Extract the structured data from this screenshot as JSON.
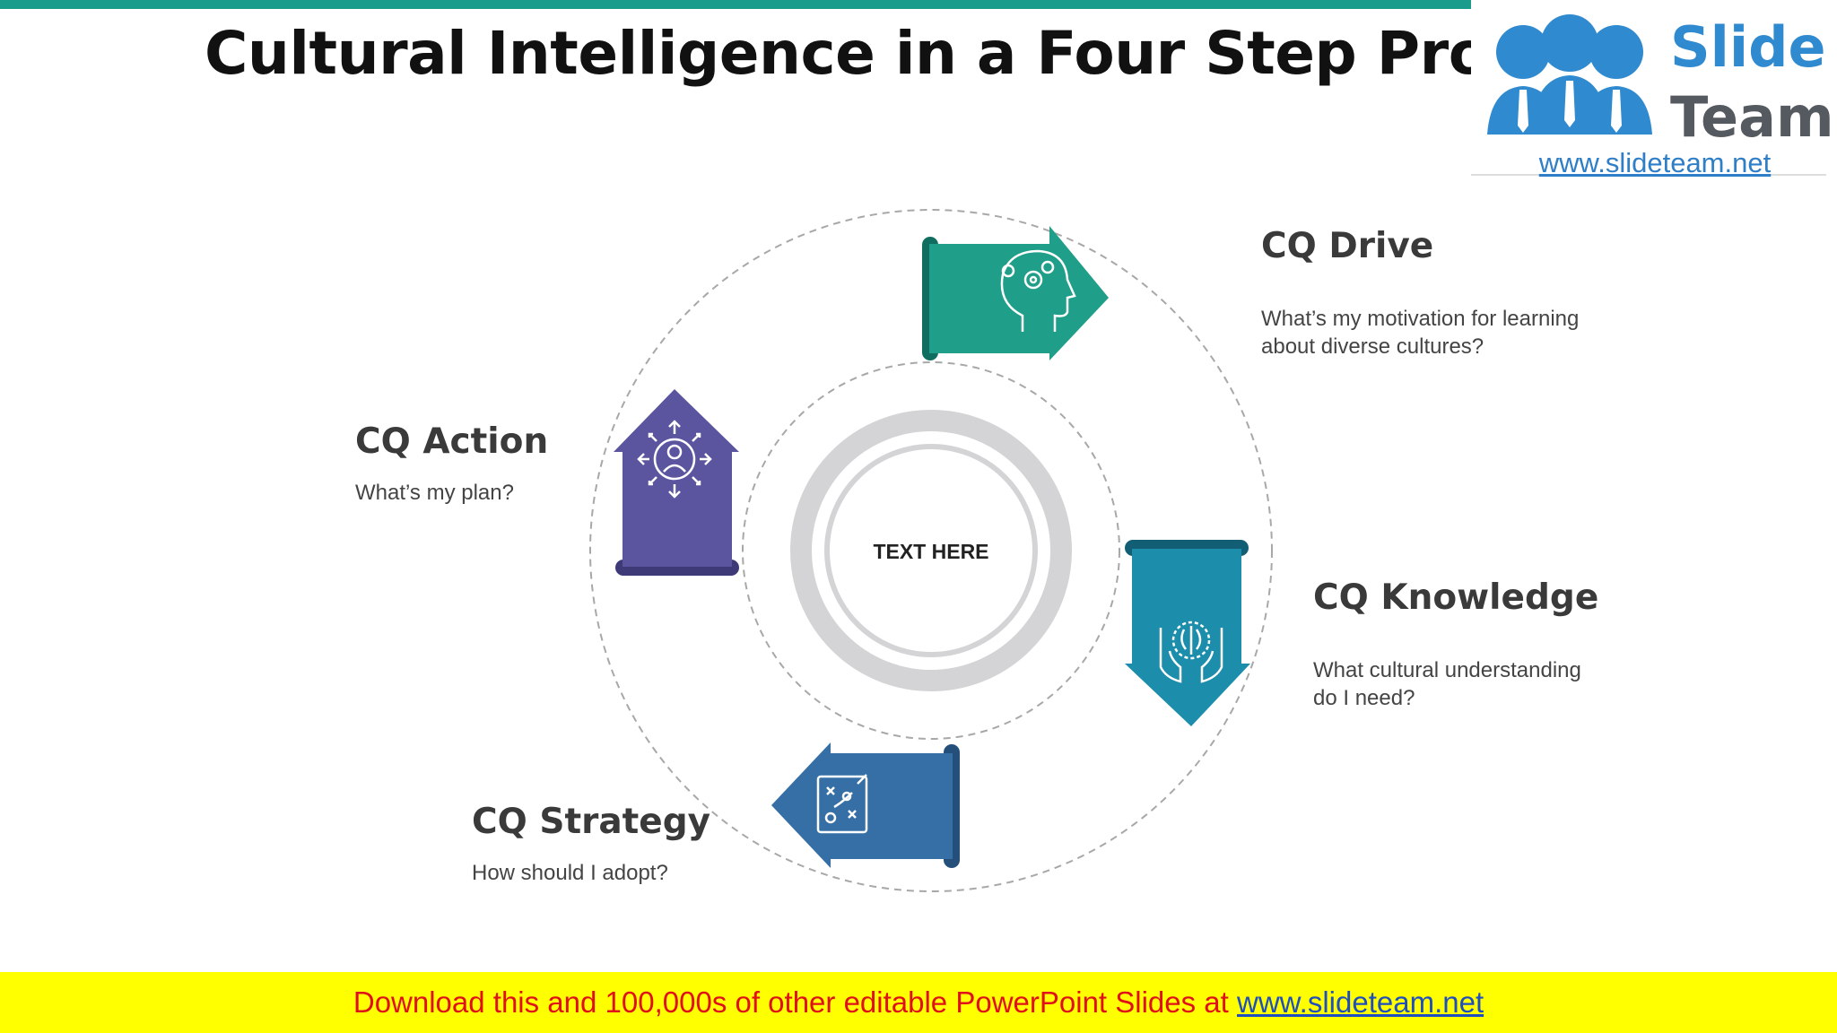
{
  "title": "Cultural Intelligence in a Four Step Process",
  "logo": {
    "word1": "Slide",
    "word2": "Team",
    "url": "www.slideteam.net"
  },
  "center": {
    "text": "TEXT HERE"
  },
  "steps": [
    {
      "heading": "CQ Drive",
      "description": "What’s my motivation for learning about diverse cultures?",
      "color": "#1f9e8a",
      "icon": "head-gears-icon"
    },
    {
      "heading": "CQ Knowledge",
      "description": "What cultural understanding do I need?",
      "color": "#1c8eab",
      "icon": "hands-brain-icon"
    },
    {
      "heading": "CQ Strategy",
      "description": "How should I adopt?",
      "color": "#356fa6",
      "icon": "strategy-board-icon"
    },
    {
      "heading": "CQ Action",
      "description": "What’s my plan?",
      "color": "#5b55a0",
      "icon": "person-network-icon"
    }
  ],
  "banner": {
    "text": "Download this and 100,000s of other editable PowerPoint Slides at ",
    "link": "www.slideteam.net"
  },
  "colors": {
    "accent_bar": "#1a9c8c",
    "banner_bg": "#ffff00",
    "banner_text": "#e0101a",
    "banner_link": "#1f4fbf",
    "logo_blue": "#2f8ad0",
    "logo_gray": "#555a60"
  }
}
